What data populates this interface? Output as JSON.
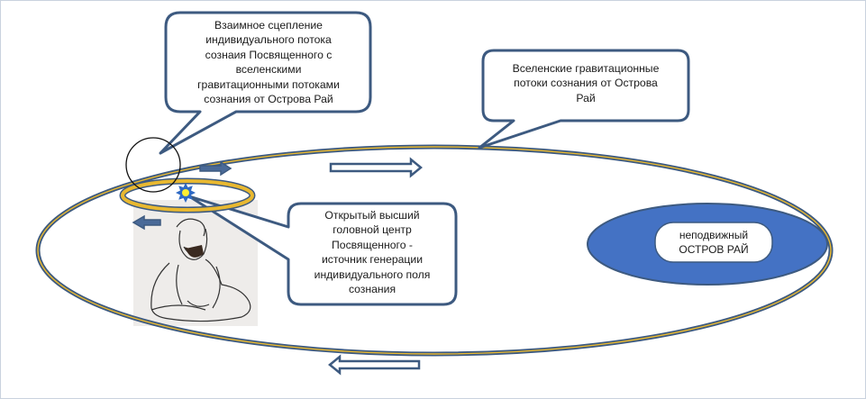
{
  "diagram": {
    "callouts": {
      "coupling": {
        "lines": [
          "Взаимное сцепление",
          "индивидуального потока",
          "сознаия  Посвященного  с",
          "вселенскими",
          "гравитационными потоками",
          "сознания  от Острова Рай"
        ]
      },
      "universal_flows": {
        "lines": [
          "Вселенские  гравитационные",
          "потоки сознания  от Острова",
          "Рай"
        ]
      },
      "head_center": {
        "lines": [
          "Открытый высший",
          "головной центр",
          "Посвященного -",
          "источник генерации",
          "индивидуального поля",
          "сознания"
        ]
      }
    },
    "island": {
      "lines": [
        "неподвижный",
        "ОСТРОВ РАЙ"
      ]
    },
    "arrows": {
      "top_small": "right",
      "top_large": "right",
      "left_small": "left",
      "bottom_large": "left"
    },
    "colors": {
      "border_blue": "#3d5a80",
      "island_fill": "#4472c4",
      "orbit_gold": "#e8b830",
      "star_blue": "#2f6ac4",
      "star_center": "#ffee33"
    }
  }
}
